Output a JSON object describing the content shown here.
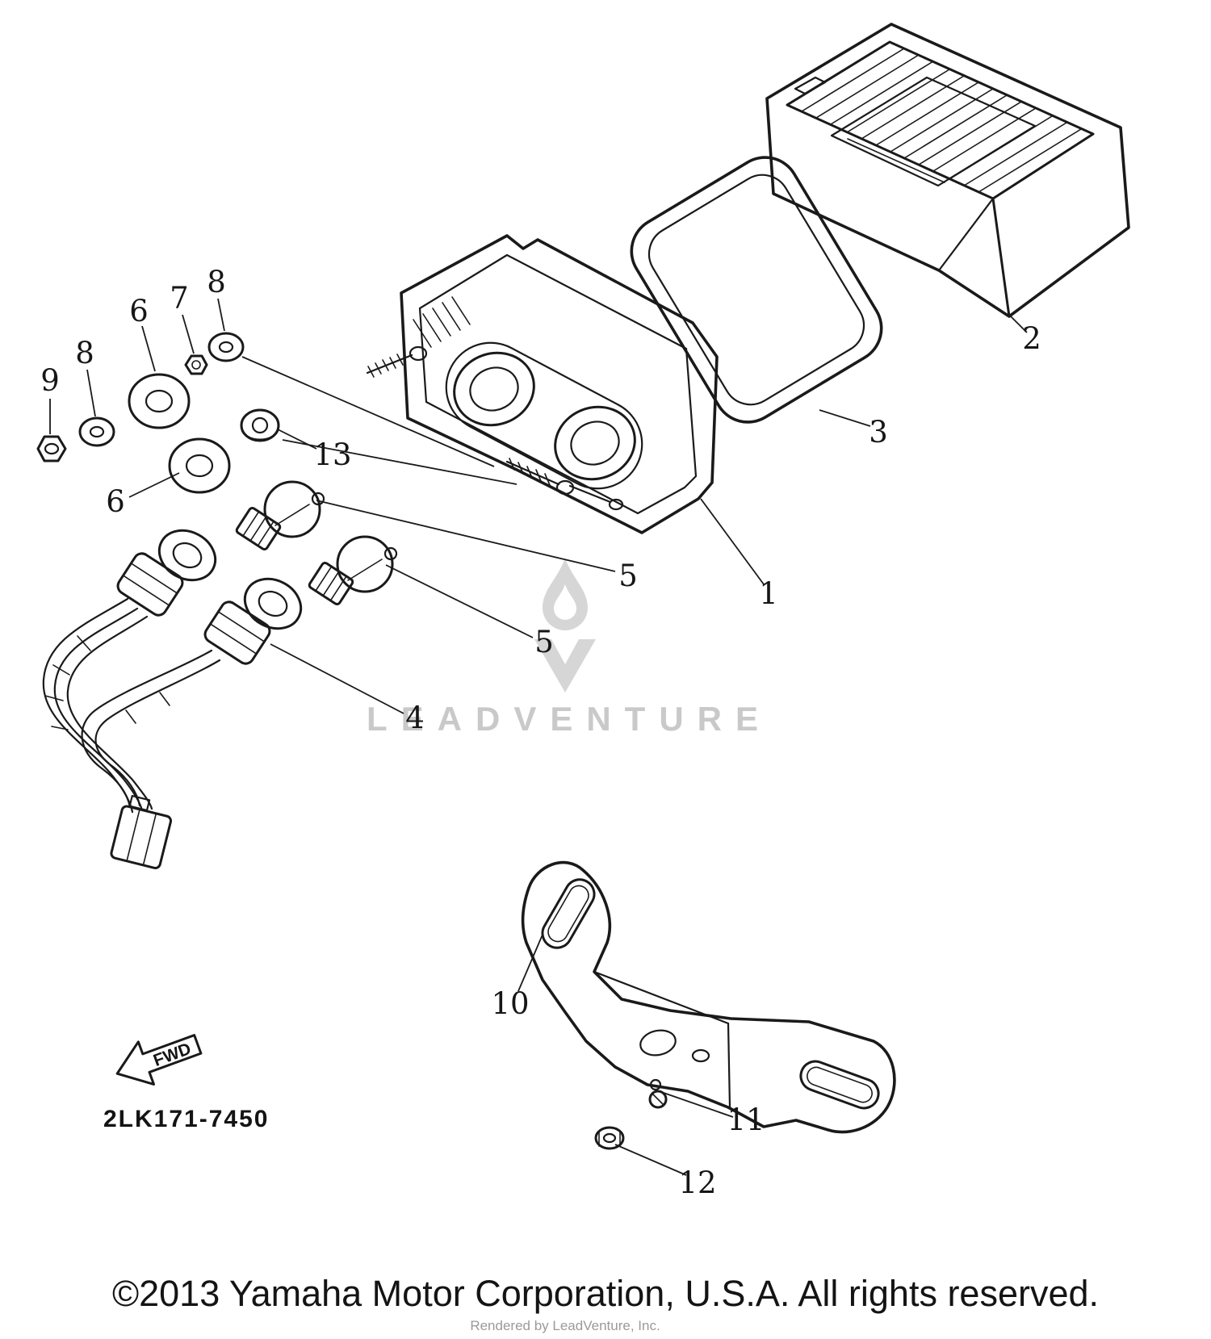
{
  "diagram": {
    "part_code": "2LK171-7450",
    "fwd_label": "FWD",
    "callouts": [
      {
        "label": "9"
      },
      {
        "label": "8"
      },
      {
        "label": "6"
      },
      {
        "label": "7"
      },
      {
        "label": "8"
      },
      {
        "label": "13"
      },
      {
        "label": "6"
      },
      {
        "label": "5"
      },
      {
        "label": "5"
      },
      {
        "label": "4"
      },
      {
        "label": "1"
      },
      {
        "label": "2"
      },
      {
        "label": "3"
      },
      {
        "label": "10"
      },
      {
        "label": "11"
      },
      {
        "label": "12"
      }
    ]
  },
  "watermark": {
    "text": "LEADVENTURE"
  },
  "footer": {
    "copyright": "©2013 Yamaha Motor Corporation, U.S.A. All rights reserved.",
    "rendered_by": "Rendered by LeadVenture, Inc."
  },
  "colors": {
    "line": "#1a1a1a",
    "watermark": "#c9c9c9",
    "background": "#ffffff"
  }
}
